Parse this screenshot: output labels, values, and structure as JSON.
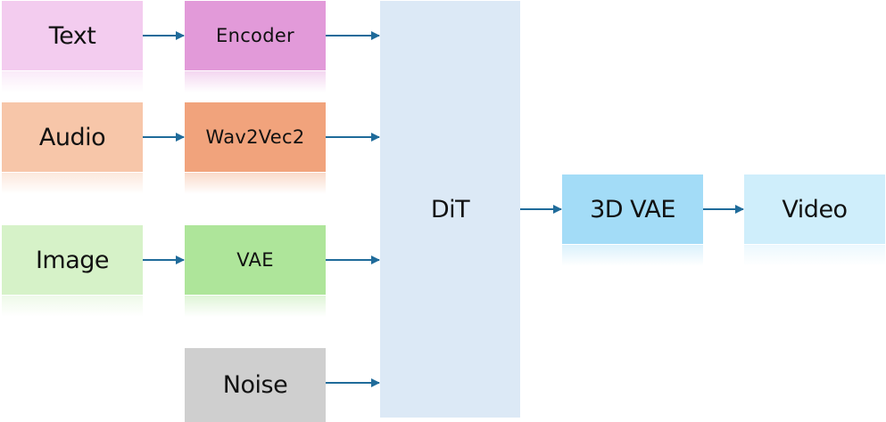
{
  "diagram": {
    "inputs": [
      {
        "label": "Text",
        "color": "#f3ccef"
      },
      {
        "label": "Audio",
        "color": "#f7c6a9"
      },
      {
        "label": "Image",
        "color": "#d6f2c8"
      }
    ],
    "encoders": [
      {
        "label": "Encoder",
        "color": "#e29ad9"
      },
      {
        "label": "Wav2Vec2",
        "color": "#f1a37c"
      },
      {
        "label": "VAE",
        "color": "#aee59a"
      },
      {
        "label": "Noise",
        "color": "#cfcfcf"
      }
    ],
    "core": {
      "label": "DiT",
      "color": "#dce9f6"
    },
    "decoder": {
      "label": "3D VAE",
      "color": "#a3dcf7"
    },
    "output": {
      "label": "Video",
      "color": "#cfeefb"
    },
    "arrow_color": "#1f6b9a"
  }
}
